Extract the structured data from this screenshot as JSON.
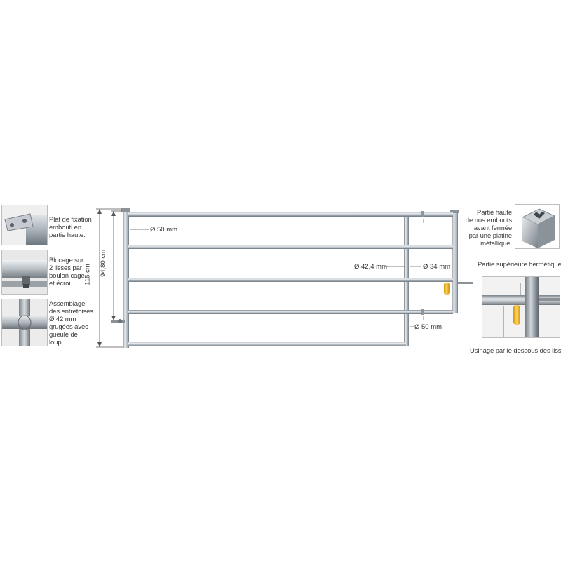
{
  "left_details": [
    {
      "id": "fixation",
      "lines": [
        "Plat de fixation",
        "embouti en",
        "partie haute."
      ]
    },
    {
      "id": "blocage",
      "lines": [
        "Blocage  sur",
        "2 lisses  par",
        "boulon cage",
        "et écrou."
      ]
    },
    {
      "id": "assemblage",
      "lines": [
        "Assemblage",
        "des entretoises",
        "Ø 42 mm",
        "grugées avec",
        "gueule de",
        "loup."
      ]
    }
  ],
  "right_details": {
    "embout": {
      "lines": [
        "Partie haute",
        "de nos embouts",
        "avant fermée",
        "par une platine",
        "métallique."
      ]
    },
    "hermetique": {
      "label": "Partie supérieure hermétique"
    },
    "usinage": {
      "label": "Usinage par le dessous des lisses"
    }
  },
  "gate": {
    "total_height": "115 cm",
    "frame_height": "94,80 cm",
    "top_rail_diameter": "Ø 50 mm",
    "rail_diameter": "Ø 42,4 mm",
    "extension_diameter": "Ø 34 mm",
    "extension_lower_diameter": "Ø 50 mm",
    "rail_count": 5
  },
  "colors": {
    "steel_light": "#e9edf0",
    "steel_mid": "#b9c1c8",
    "steel_dark": "#7d858c",
    "latch_yellow": "#f2b51c",
    "dimension_line": "#555555"
  }
}
